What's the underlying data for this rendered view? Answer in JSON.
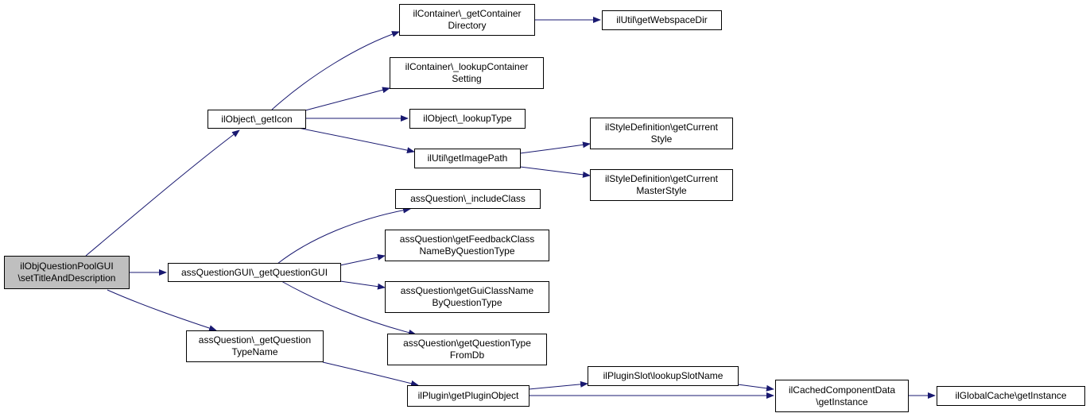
{
  "colors": {
    "edge": "#191970",
    "node_border": "#000000",
    "root_fill": "#bfbfbf",
    "node_fill": "#ffffff"
  },
  "nodes": {
    "root": "ilObjQuestionPoolGUI\n\\setTitleAndDescription",
    "getIcon": "ilObject\\_getIcon",
    "getContainerDirectory": "ilContainer\\_getContainer\nDirectory",
    "getWebspaceDir": "ilUtil\\getWebspaceDir",
    "lookupContainerSetting": "ilContainer\\_lookupContainer\nSetting",
    "lookupType": "ilObject\\_lookupType",
    "getImagePath": "ilUtil\\getImagePath",
    "getCurrentStyle": "ilStyleDefinition\\getCurrent\nStyle",
    "getCurrentMasterStyle": "ilStyleDefinition\\getCurrent\nMasterStyle",
    "getQuestionGUI": "assQuestionGUI\\_getQuestionGUI",
    "includeClass": "assQuestion\\_includeClass",
    "getFeedbackClassName": "assQuestion\\getFeedbackClass\nNameByQuestionType",
    "getGuiClassName": "assQuestion\\getGuiClassName\nByQuestionType",
    "getQuestionTypeFromDb": "assQuestion\\getQuestionType\nFromDb",
    "getQuestionTypeName": "assQuestion\\_getQuestion\nTypeName",
    "getPluginObject": "ilPlugin\\getPluginObject",
    "lookupSlotName": "ilPluginSlot\\lookupSlotName",
    "cachedGetInstance": "ilCachedComponentData\n\\getInstance",
    "globalGetInstance": "ilGlobalCache\\getInstance"
  }
}
